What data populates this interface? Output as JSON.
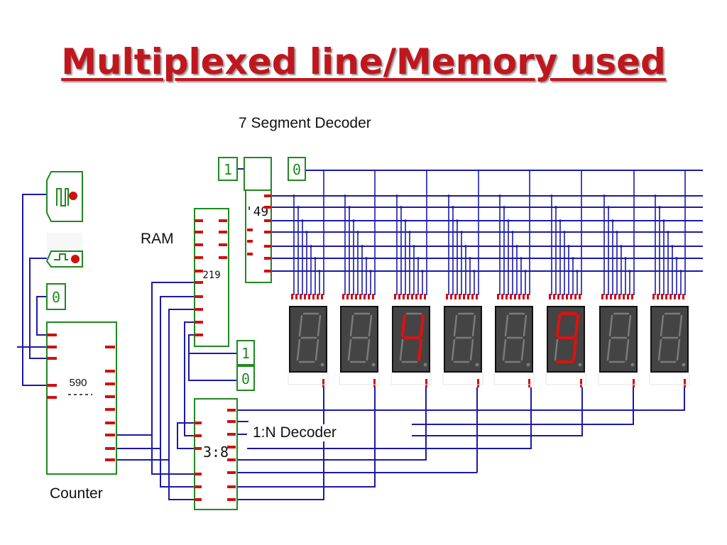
{
  "slide": {
    "title": "Multiplexed line/Memory used"
  },
  "labels": {
    "decoder7seg": "7 Segment Decoder",
    "ram": "RAM",
    "decoder1n": "1:N Decoder",
    "counter": "Counter"
  },
  "components": {
    "counter_chip": "590",
    "segment_decoder_chip": "'49",
    "ram_chip": "219",
    "one_to_n_chip": "3:8",
    "input_top_1": "1",
    "input_top_0": "0",
    "input_left_0": "0",
    "input_ram_1": "1",
    "input_ram_0": "0"
  },
  "display": {
    "digits": [
      "",
      "",
      "4",
      "",
      "",
      "9",
      "",
      ""
    ],
    "colors": {
      "wire": "#1a1aa8",
      "chip_border": "#1e8a1e",
      "pin": "#d01010",
      "digit_on": "#e01010",
      "digit_off": "#7a7a7a",
      "display_bg": "#444444"
    }
  }
}
